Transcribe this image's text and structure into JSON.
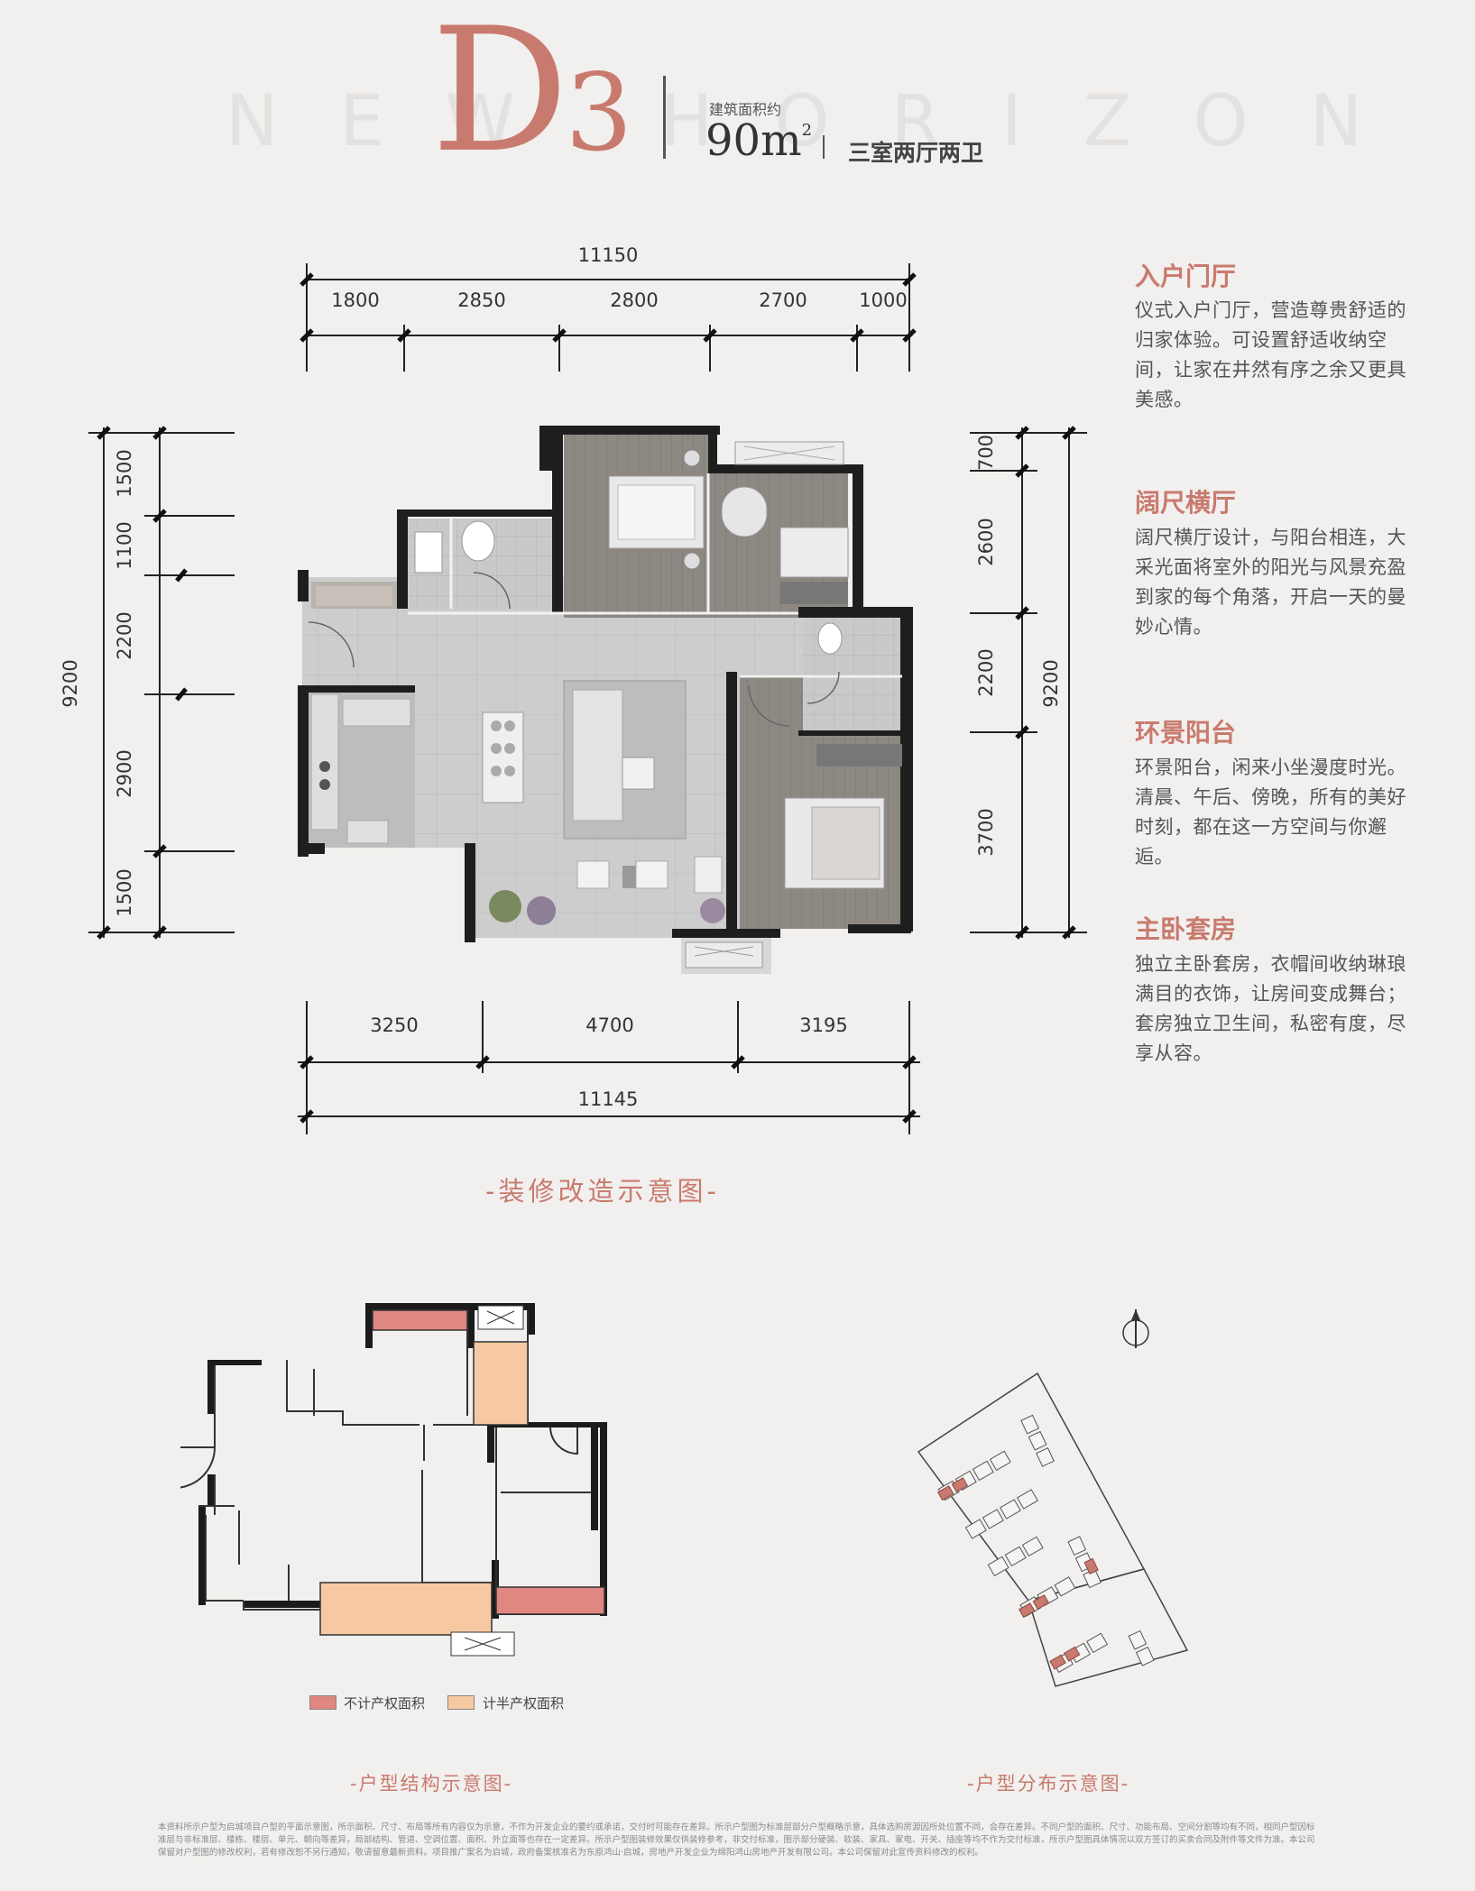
{
  "header": {
    "watermark": "NEW HORIZON",
    "unit_letter": "D",
    "unit_number": "3",
    "area_label": "建筑面积约",
    "area_value": "90m",
    "area_unit_sup": "2",
    "rooms": "三室两厅两卫"
  },
  "dimensions": {
    "top_total": "11150",
    "top_segments": [
      "1800",
      "2850",
      "2800",
      "2700",
      "1000"
    ],
    "left_segments": [
      "1500",
      "1100",
      "2200",
      "2900",
      "1500"
    ],
    "left_total": "9200",
    "right_segments": [
      "700",
      "2600",
      "2200",
      "3700"
    ],
    "right_total": "9200",
    "bottom_segments": [
      "3250",
      "4700",
      "3195"
    ],
    "bottom_total": "11145"
  },
  "features": [
    {
      "title": "入户门厅",
      "body": "仪式入户门厅，营造尊贵舒适的归家体验。可设置舒适收纳空间，让家在井然有序之余又更具美感。"
    },
    {
      "title": "阔尺横厅",
      "body": "阔尺横厅设计，与阳台相连，大采光面将室外的阳光与风景充盈到家的每个角落，开启一天的曼妙心情。"
    },
    {
      "title": "环景阳台",
      "body": "环景阳台，闲来小坐漫度时光。清晨、午后、傍晚，所有的美好时刻，都在这一方空间与你邂逅。"
    },
    {
      "title": "主卧套房",
      "body": "独立主卧套房，衣帽间收纳琳琅满目的衣饰，让房间变成舞台；套房独立卫生间，私密有度，尽享从容。"
    }
  ],
  "captions": {
    "renovation": "-装修改造示意图-",
    "structure": "-户型结构示意图-",
    "distribution": "-户型分布示意图-"
  },
  "legend": [
    {
      "label": "不计产权面积",
      "color": "#e08782"
    },
    {
      "label": "计半产权面积",
      "color": "#f6c9a3"
    }
  ],
  "colors": {
    "accent": "#c97a6e",
    "wall": "#1e1e1e",
    "floor": "#cfcfcf",
    "wood": "#8d8782"
  },
  "disclaimer": "本资料所示户型为启城项目户型的平面示意图，所示面积、尺寸、布局等所有内容仅为示意，不作为开发企业的要约或承诺，交付时可能存在差异。所示户型图为标准层部分户型概略示意，具体选购房源因所处位置不同，会存在差异。不同户型的面积、尺寸、功能布局、空间分割等均有不同，相同户型因标准层与非标准层、楼栋、楼层、单元、朝向等差异，局部结构、管道、空调位置、面积、外立面等也存在一定差异。所示户型图装修效果仅供装修参考，非交付标准，图示部分硬装、软装、家具、家电、开关、插座等均不作为交付标准，所示户型图具体情况以双方签订的买卖合同及附件等文件为准。本公司保留对户型图的修改权利，若有修改恕不另行通知，敬请留意最新资料。项目推广案名为启城，政府备案核准名为东原鸿山·启城，房地产开发企业为绵阳鸿山房地产开发有限公司。本公司保留对此宣传资料修改的权利。"
}
